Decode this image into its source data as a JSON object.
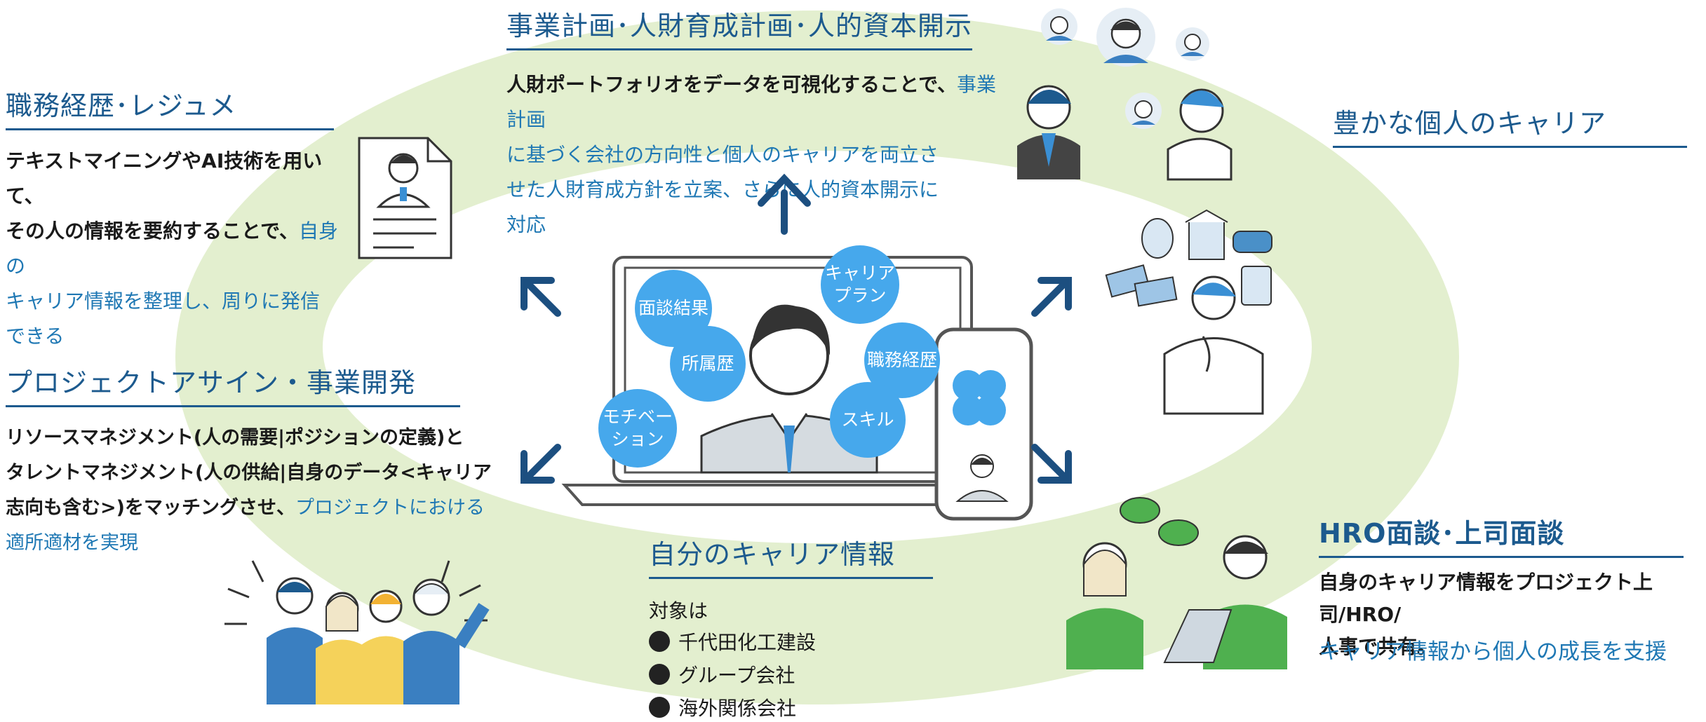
{
  "top": {
    "title": "事業計画･人財育成計画･人的資本開示",
    "lines": [
      {
        "normal": "人財ポートフォリオをデータを可視化することで、",
        "hl": "事業計画"
      },
      {
        "normal": "",
        "hl": "に基づく会社の方向性と個人のキャリアを両立さ"
      },
      {
        "normal": "",
        "hl": "せた人財育成方針を立案、さらに人的資本開示に"
      },
      {
        "normal": "",
        "hl": "対応"
      }
    ]
  },
  "resume": {
    "title": "職務経歴･レジュメ",
    "lines": [
      {
        "normal": "テキストマイニングやAI技術を用いて、",
        "hl": ""
      },
      {
        "normal": "その人の情報を要約することで、",
        "hl": "自身の"
      },
      {
        "normal": "",
        "hl": "キャリア情報を整理し、周りに発信"
      },
      {
        "normal": "",
        "hl": "できる"
      }
    ]
  },
  "career": {
    "title": "豊かな個人のキャリア"
  },
  "project": {
    "title": "プロジェクトアサイン・事業開発",
    "lines": [
      {
        "normal": "リソースマネジメント(人の需要|ポジションの定義)と",
        "hl": ""
      },
      {
        "normal": "タレントマネジメント(人の供給|自身のデータ<キャリア",
        "hl": ""
      },
      {
        "normal": "志向も含む>)をマッチングさせ、",
        "hl": "プロジェクトにおける"
      },
      {
        "normal": "",
        "hl": "適所適材を実現"
      }
    ]
  },
  "hro": {
    "title": "HRO面談･上司面談",
    "line1": "自身のキャリア情報をプロジェクト上司/HRO/",
    "line2": "人事で共有。",
    "line3": "キャリア情報から個人の成長を支援"
  },
  "center": {
    "title": "自分のキャリア情報",
    "target_label": "対象は",
    "targets": [
      "千代田化工建設",
      "グループ会社",
      "海外関係会社"
    ],
    "bubbles": {
      "interview": "面談結果",
      "career_plan_1": "キャリア",
      "career_plan_2": "プラン",
      "affiliation": "所属歴",
      "work_history": "職務経歴",
      "motivation_1": "モチベー",
      "motivation_2": "ション",
      "skill": "スキル"
    }
  },
  "colors": {
    "ring": "#e3efcf",
    "heading": "#1c5a8e",
    "highlight": "#1f78b4",
    "bubble": "#46a8ec",
    "arrow": "#1c4f80"
  }
}
